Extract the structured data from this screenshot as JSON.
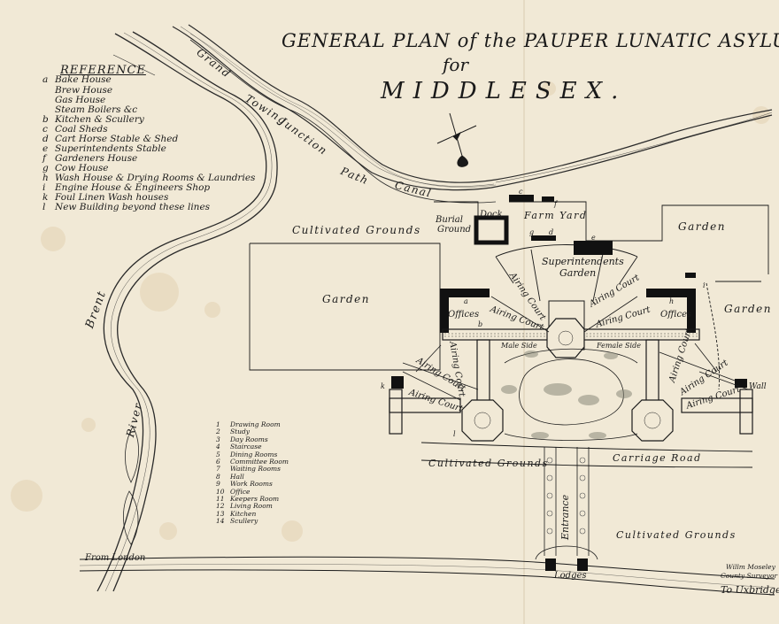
{
  "title": {
    "line1": "GENERAL PLAN of the PAUPER LUNATIC ASYLUM",
    "line2": "for",
    "line3": "MIDDLESEX."
  },
  "reference": {
    "heading": "REFERENCE",
    "items": [
      {
        "key": "a",
        "text": "Bake House"
      },
      {
        "key": "",
        "text": "Brew House"
      },
      {
        "key": "",
        "text": "Gas House"
      },
      {
        "key": "",
        "text": "Steam Boilers &c"
      },
      {
        "key": "b",
        "text": "Kitchen & Scullery"
      },
      {
        "key": "c",
        "text": "Coal Sheds"
      },
      {
        "key": "d",
        "text": "Cart Horse Stable & Shed"
      },
      {
        "key": "e",
        "text": "Superintendents Stable"
      },
      {
        "key": "f",
        "text": "Gardeners House"
      },
      {
        "key": "g",
        "text": "Cow House"
      },
      {
        "key": "h",
        "text": "Wash House & Drying Rooms & Laundries"
      },
      {
        "key": "i",
        "text": "Engine House & Engineers Shop"
      },
      {
        "key": "k",
        "text": "Foul Linen Wash houses"
      },
      {
        "key": "l",
        "text": "New Building beyond these lines"
      }
    ]
  },
  "rooms": [
    {
      "num": "1",
      "text": "Drawing Room"
    },
    {
      "num": "2",
      "text": "Study"
    },
    {
      "num": "3",
      "text": "Day Rooms"
    },
    {
      "num": "4",
      "text": "Staircase"
    },
    {
      "num": "5",
      "text": "Dining Rooms"
    },
    {
      "num": "6",
      "text": "Committee Room"
    },
    {
      "num": "7",
      "text": "Waiting Rooms"
    },
    {
      "num": "8",
      "text": "Hall"
    },
    {
      "num": "9",
      "text": "Work Rooms"
    },
    {
      "num": "10",
      "text": "Office"
    },
    {
      "num": "11",
      "text": "Keepers Room"
    },
    {
      "num": "12",
      "text": "Living Room"
    },
    {
      "num": "13",
      "text": "Kitchen"
    },
    {
      "num": "14",
      "text": "Scullery"
    }
  ],
  "labels": {
    "grand": "Grand",
    "towing": "Towing",
    "junction": "Junction",
    "path": "Path",
    "canal": "Canal",
    "burial": "Burial",
    "ground": "Ground",
    "dock": "Dock",
    "farm_yard": "Farm Yard",
    "cultivated_grounds_top": "Cultivated Grounds",
    "garden_right_top": "Garden",
    "superintendents": "Superintendents",
    "garden_sup": "Garden",
    "garden_left": "Garden",
    "garden_right": "Garden",
    "offices_left": "Offices",
    "offices_right": "Offices",
    "airing_court": "Airing Court",
    "male_side": "Male Side",
    "female_side": "Female Side",
    "cultivated_grounds_mid": "Cultivated Grounds",
    "carriage_road": "Carriage Road",
    "entrance": "Entrance",
    "cultivated_grounds_low": "Cultivated Grounds",
    "lodges": "Lodges",
    "from_london": "From London",
    "to_uxbridge": "To Uxbridge",
    "brent": "Brent",
    "river": "River",
    "wall": "Wall",
    "surveyor_1": "Willm Moseley",
    "surveyor_2": "County Surveyor",
    "key_a": "a",
    "key_b": "b",
    "key_c": "c",
    "key_d": "d",
    "key_e": "e",
    "key_f": "f",
    "key_g": "g",
    "key_h": "h",
    "key_i": "i",
    "key_k": "k",
    "key_l": "l"
  },
  "colors": {
    "paper": "#f1e9d6",
    "ink": "#1a1a1a"
  }
}
